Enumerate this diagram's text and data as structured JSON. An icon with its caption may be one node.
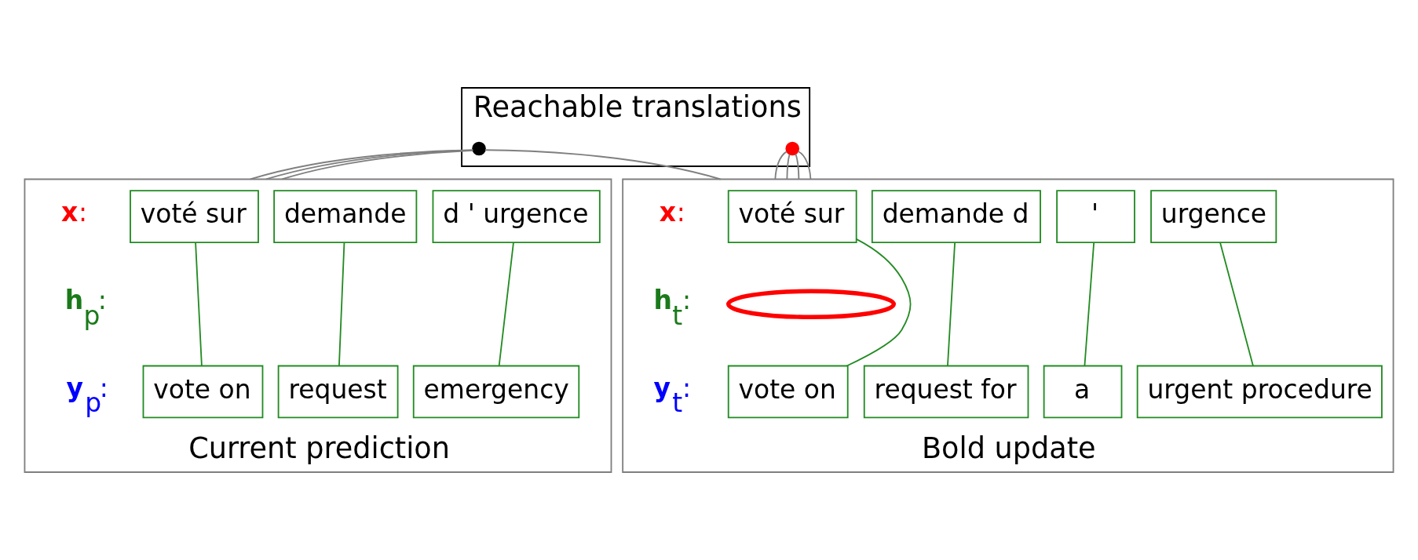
{
  "diagram": {
    "nodes": [
      {
        "text": [
          "Reachable translations"
        ]
      },
      {
        "text": [],
        "shape": "circle",
        "in": 0
      },
      {
        "text": [],
        "shape": "circle",
        "in": 0
      },
      {
        "text": [
          "Current prediction"
        ]
      },
      {
        "text": [
          "voté sur"
        ],
        "in": 3
      },
      {
        "text": [
          "demande"
        ],
        "in": 3
      },
      {
        "text": [
          "d ' urgence"
        ],
        "in": 3
      },
      {
        "text": [
          "vote on"
        ],
        "in": 3
      },
      {
        "text": [
          "emergency"
        ],
        "in": 3
      },
      {
        "text": [
          "request"
        ],
        "in": 3
      },
      {
        "text": [
          "Bold update"
        ]
      },
      {
        "text": [
          "voté sur"
        ],
        "in": 10
      },
      {
        "text": [
          "demande d"
        ],
        "in": 10
      },
      {
        "text": [
          "'"
        ],
        "in": 10
      },
      {
        "text": [
          "urgence"
        ],
        "in": 10
      },
      {
        "text": [
          "vote on"
        ],
        "in": 10
      },
      {
        "text": [
          "a"
        ],
        "in": 10
      },
      {
        "text": [
          "request for"
        ],
        "in": 10
      },
      {
        "text": [
          "urgent procedure"
        ],
        "in": 10
      },
      {
        "text": [],
        "shape": "ellipse",
        "in": 10
      }
    ],
    "edges": [
      {
        "from": 1,
        "to": 3,
        "arrow": "none"
      },
      {
        "from": 1,
        "to": 3,
        "arrow": "none"
      },
      {
        "from": 1,
        "to": 3,
        "arrow": "none"
      },
      {
        "from": 1,
        "to": 10,
        "arrow": "none"
      },
      {
        "from": 2,
        "to": 10,
        "arrow": "none"
      },
      {
        "from": 2,
        "to": 10,
        "arrow": "none"
      },
      {
        "from": 2,
        "to": 10,
        "arrow": "none"
      },
      {
        "from": 2,
        "to": 10,
        "arrow": "none"
      },
      {
        "from": 4,
        "to": 7,
        "arrow": "none",
        "color": "#228b22"
      },
      {
        "from": 5,
        "to": 9,
        "arrow": "none",
        "color": "#228b22"
      },
      {
        "from": 6,
        "to": 8,
        "arrow": "none",
        "color": "#228b22"
      },
      {
        "from": 11,
        "to": 15,
        "arrow": "none",
        "color": "#228b22"
      },
      {
        "from": 12,
        "to": 17,
        "arrow": "none",
        "color": "#228b22"
      },
      {
        "from": 13,
        "to": 16,
        "arrow": "none",
        "color": "#228b22"
      },
      {
        "from": 14,
        "to": 18,
        "arrow": "none",
        "color": "#228b22"
      }
    ],
    "labels": [
      "**x**:",
      "**h**$_{p}$:",
      "**y**$_{p}$:",
      "**x**:",
      "**h**$_{t}$:",
      "**y**$_{t}$:"
    ]
  }
}
